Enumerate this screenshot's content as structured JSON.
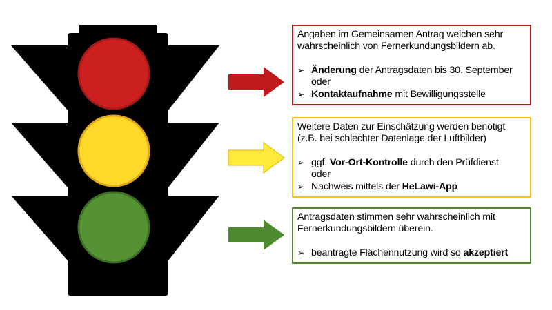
{
  "colors": {
    "housing": "#000000",
    "red_lamp": "#cc1f1f",
    "red_lamp_border": "#a41a1a",
    "yellow_lamp": "#ffd92a",
    "yellow_lamp_border": "#e0a81c",
    "green_lamp": "#559234",
    "green_lamp_border": "#3d6e25",
    "red_arrow": "#c0191b",
    "yellow_arrow": "#ffea3a",
    "green_arrow": "#4e8b2e",
    "red_border": "#c0191b",
    "yellow_border": "#ffc000",
    "green_border": "#4e8b2e"
  },
  "bullet_icon": "arrowhead-bullet-icon",
  "boxes": {
    "red": {
      "intro": "Angaben im Gemeinsamen Antrag weichen sehr wahrscheinlich von Fernerkundungsbildern ab.",
      "b1_bold": "Änderung",
      "b1_text": " der Antragsdaten bis 30. September",
      "connector": "oder",
      "b2_bold": "Kontaktaufnahme",
      "b2_text": " mit Bewilligungsstelle"
    },
    "yellow": {
      "intro": "Weitere Daten zur Einschätzung werden benötigt (z.B. bei schlechter Datenlage der Luftbilder)",
      "b1_text_pre": "ggf. ",
      "b1_bold": "Vor-Ort-Kontrolle",
      "b1_text": " durch den Prüfdienst",
      "connector": "oder",
      "b2_text_pre": "Nachweis mittels der ",
      "b2_bold": "HeLawi-App"
    },
    "green": {
      "intro": "Antragsdaten stimmen sehr wahrscheinlich mit Fernerkundungsbildern überein.",
      "b1_text": "beantragte Flächennutzung wird so ",
      "b1_bold": "akzeptiert"
    }
  }
}
